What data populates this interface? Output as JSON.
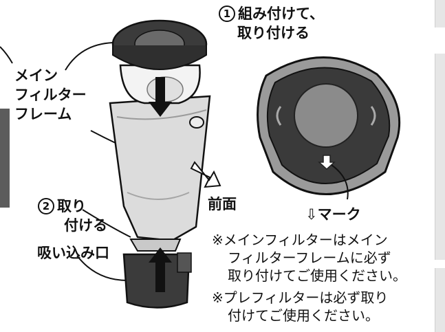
{
  "step1": {
    "number": "1",
    "line1": "組み付けて、",
    "line2": "取り付ける"
  },
  "step2": {
    "number": "2",
    "line1": "取り",
    "line2": "付ける"
  },
  "labels": {
    "filter_frame": [
      "メイン",
      "フィルター",
      "フレーム"
    ],
    "front": "前面",
    "mark": "マーク",
    "intake": "吸い込み口"
  },
  "notes": [
    "※メインフィルターはメイン",
    "フィルターフレームに必ず",
    "取り付けてご使用ください。",
    "※プレフィルターは必ず取り",
    "付けてご使用ください。"
  ],
  "colors": {
    "tab": "#5c5c5c",
    "dark_part": "#3b3b3b",
    "frame_gray": "#9a9a9a",
    "dust_cup": "#d7d7d7"
  },
  "icons": [
    "down-arrow-icon",
    "up-arrow-icon",
    "front-arrow-icon",
    "mark-arrow-icon"
  ]
}
